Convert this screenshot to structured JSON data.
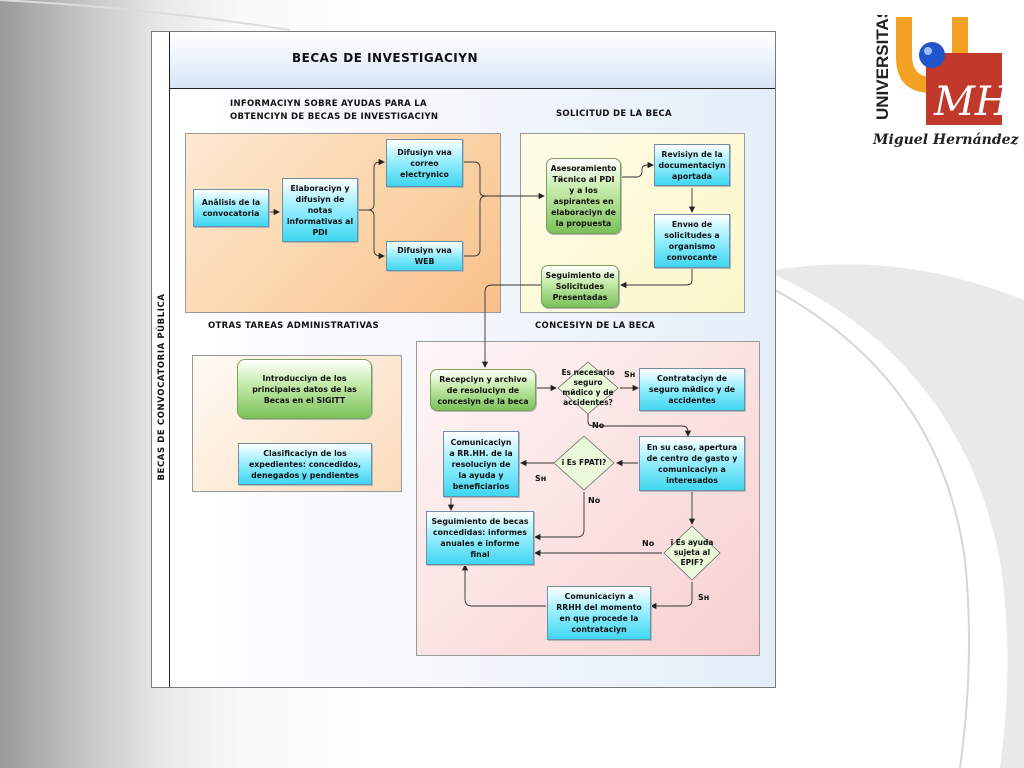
{
  "logo": {
    "vertical_text": "UNIVERSITAS",
    "monogram": "MH",
    "name": "Miguel Hernández",
    "colors": {
      "orange": "#f2a122",
      "red": "#c0392b",
      "blue": "#2255cc"
    }
  },
  "diagram": {
    "title": "BECAS DE INVESTIGACIYN",
    "lane_label": "BECAS DE CONVOCATORIA PÚBLICA",
    "sections": {
      "info": "INFORMACIYN SOBRE AYUDAS PARA LA OBTENCIYN DE BECAS DE INVESTIGACIYN",
      "solicitud": "SOLICITUD DE LA BECA",
      "otras": "OTRAS TAREAS ADMINISTRATIVAS",
      "concesion": "CONCESIYN DE LA BECA"
    },
    "nodes": {
      "analisis": "Anǎlisis de la convocatoria",
      "elaboracion": "Elaboraciyn y difusiyn de notas informativas al PDI",
      "correo": "Difusiyn vнa correo electrynico",
      "web": "Difusiyn vнa WEB",
      "asesoramiento": "Asesoramiento Tйcnico al PDI y a los aspirantes en elaboraciyn de la propuesta",
      "revision": "Revisiyn de la documentaciyn aportada",
      "envio": "Envнo de solicitudes a organismo convocante",
      "seguimiento_sol": "Seguimiento de Solicitudes Presentadas",
      "introduccion": "Introducciyn de los principales datos de las Becas en el SIGITT",
      "clasificacion": "Clasificaciyn de los expedientes: concedidos, denegados y pendientes",
      "recepcion": "Recepciyn y archivo de resoluciyn de concesiyn de la beca",
      "contratacion": "Contrataciyn de seguro mйdico y de accidentes",
      "apertura": "En su caso, apertura de centro de gasto y comunicaciyn a interesados",
      "comunicacion_rrhh": "Comunicaciyn a RR.HH. de la resoluciyn de la ayuda y beneficiarios",
      "seguimiento_becas": "Seguimiento de becas concedidas: informes anuales e informe final",
      "comunicacion_momento": "Comunicaciyn a RRHH del momento en que procede la contrataciyn"
    },
    "decisions": {
      "seguro": "Es necesario seguro mйdico y de accidentes?",
      "fpati": "ї Es FPATI?",
      "epif": "ї Es ayuda sujeta al EPIF?"
    },
    "edge_labels": {
      "si": "Sн",
      "no": "No"
    }
  }
}
